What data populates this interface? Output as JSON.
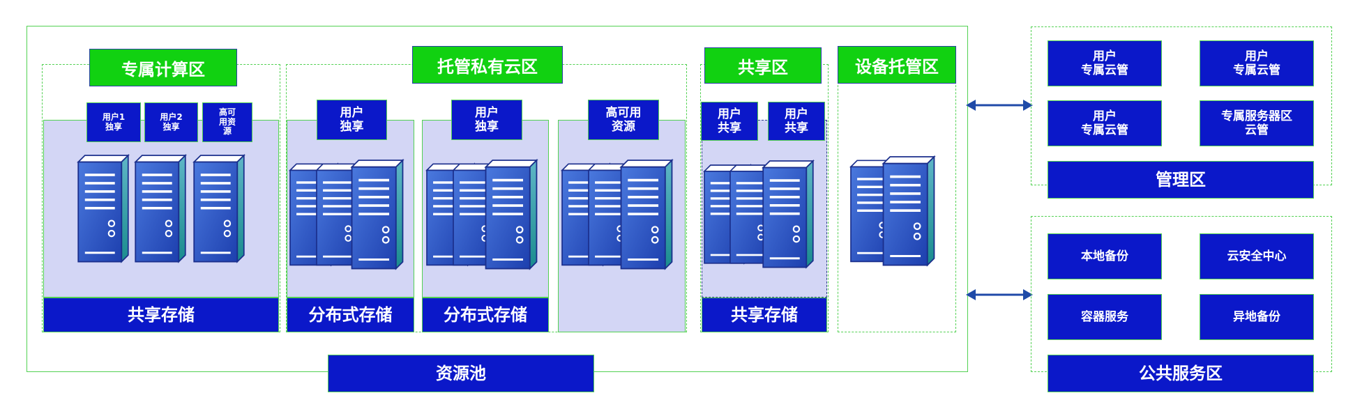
{
  "resource_pool": {
    "label": "资源池",
    "zones": {
      "dedicated_compute": {
        "title": "专属计算区",
        "tags": [
          "用户1\n独享",
          "用户2\n独享",
          "高可\n用资\n源"
        ],
        "storage": "共享存储"
      },
      "hosted_private_cloud": {
        "title": "托管私有云区",
        "columns": [
          {
            "tag": "用户\n独享",
            "storage": "分布式存储"
          },
          {
            "tag": "用户\n独享",
            "storage": "分布式存储"
          },
          {
            "tag": "高可用\n资源"
          }
        ]
      },
      "shared": {
        "title": "共享区",
        "tags": [
          "用户\n共享",
          "用户\n共享"
        ],
        "storage": "共享存储"
      },
      "device_hosting": {
        "title": "设备托管区"
      }
    }
  },
  "management_zone": {
    "label": "管理区",
    "items": [
      "用户\n专属云管",
      "用户\n专属云管",
      "用户\n专属云管",
      "专属服务器区\n云管"
    ]
  },
  "public_service_zone": {
    "label": "公共服务区",
    "items": [
      "本地备份",
      "云安全中心",
      "容器服务",
      "异地备份"
    ]
  },
  "colors": {
    "box_blue": "#0b18c9",
    "zone_green": "#11d111",
    "border_green": "#52d152",
    "shade_lavender": "#d3d6f5",
    "arrow_blue": "#1f4aa8",
    "server_blue": "#2a55c8"
  }
}
